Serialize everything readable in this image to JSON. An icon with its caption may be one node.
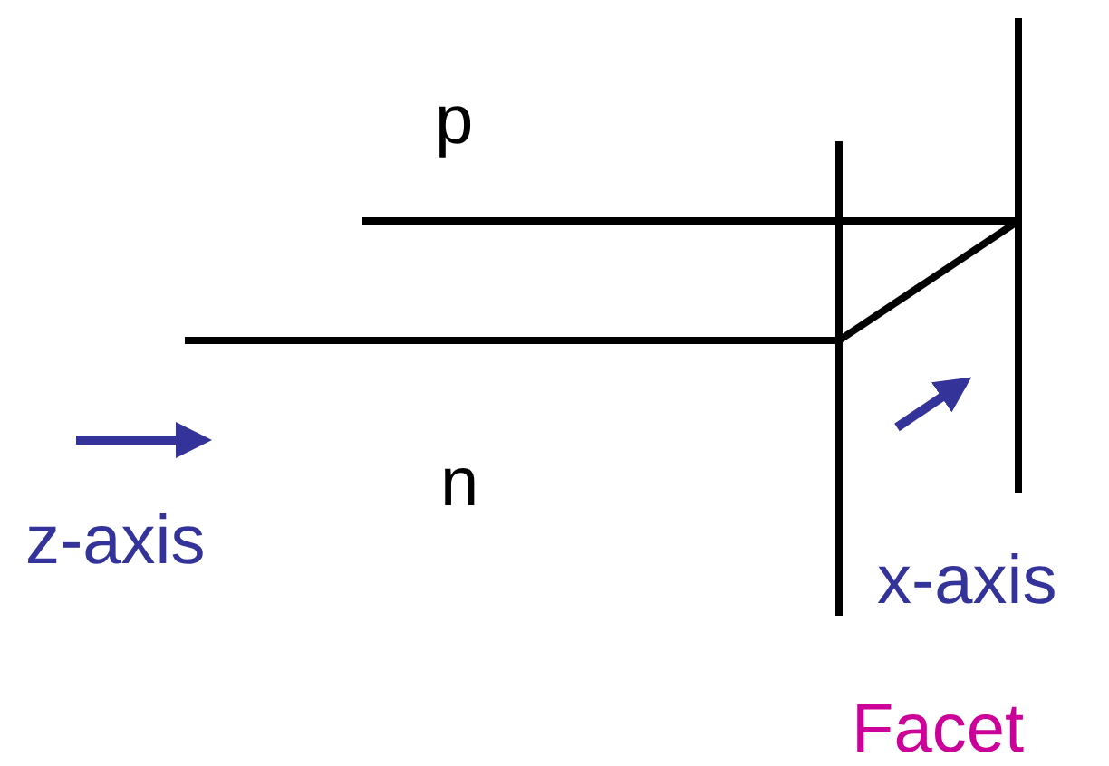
{
  "diagram": {
    "labels": [
      "p",
      "n",
      "z-axis",
      "x-axis",
      "Facet"
    ]
  }
}
